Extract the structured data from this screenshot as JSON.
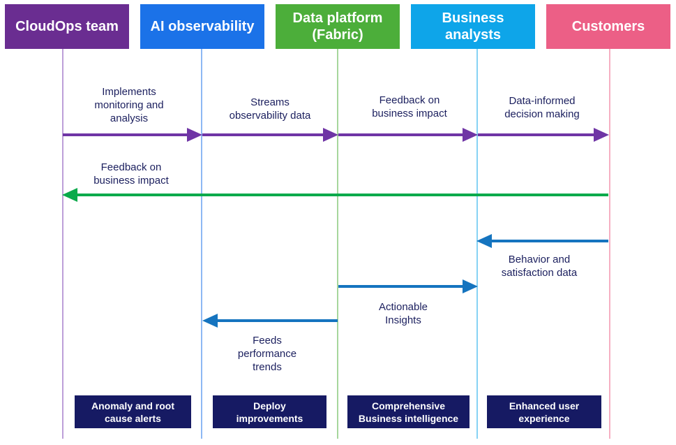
{
  "headers": [
    {
      "label": "CloudOps team",
      "color": "#6a2d91"
    },
    {
      "label": "AI observability",
      "color": "#1b72e8"
    },
    {
      "label": "Data platform\n(Fabric)",
      "color": "#4cae3a"
    },
    {
      "label": "Business\nanalysts",
      "color": "#0ea5e9"
    },
    {
      "label": "Customers",
      "color": "#ec5f86"
    }
  ],
  "flows": [
    {
      "label": "Implements\nmonitoring and\nanalysis",
      "color": "#6f35a5"
    },
    {
      "label": "Streams\nobservability data",
      "color": "#6f35a5"
    },
    {
      "label": "Feedback on\nbusiness impact",
      "color": "#6f35a5"
    },
    {
      "label": "Data-informed\ndecision making",
      "color": "#6f35a5"
    },
    {
      "label": "Feedback on\nbusiness impact",
      "color": "#0aaa4b"
    },
    {
      "label": "Behavior and\nsatisfaction data",
      "color": "#1574bf"
    },
    {
      "label": "Actionable\nInsights",
      "color": "#1574bf"
    },
    {
      "label": "Feeds\nperformance\ntrends",
      "color": "#1574bf"
    }
  ],
  "outcomes": [
    {
      "label": "Anomaly and root\ncause alerts"
    },
    {
      "label": "Deploy\nimprovements"
    },
    {
      "label": "Comprehensive\nBusiness intelligence"
    },
    {
      "label": "Enhanced user\nexperience"
    }
  ]
}
